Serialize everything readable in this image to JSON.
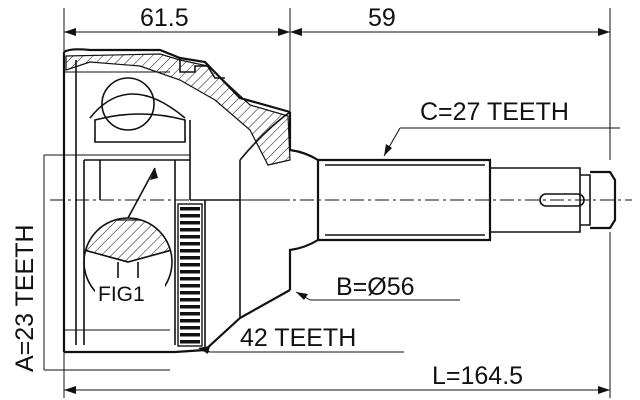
{
  "dimensions": {
    "top_left": "61.5",
    "top_right": "59",
    "total_length": "L=164.5"
  },
  "labels": {
    "spline_c": "C=27 TEETH",
    "spline_a": "A=23 TEETH",
    "diameter_b": "B=Ø56",
    "abs_ring": "42 TEETH",
    "figure": "FIG1"
  }
}
